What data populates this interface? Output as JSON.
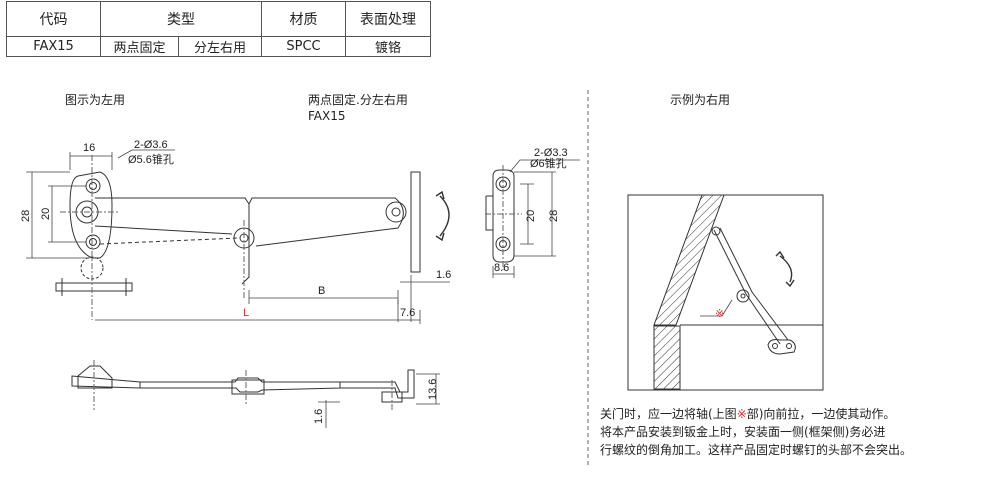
{
  "spec_table": {
    "headers": {
      "code": "代码",
      "type": "类型",
      "material": "材质",
      "finish": "表面处理"
    },
    "row": {
      "code": "FAX15",
      "type_a": "两点固定",
      "type_b": "分左右用",
      "material": "SPCC",
      "finish": "镀铬"
    }
  },
  "captions": {
    "left_use": "图示为左用",
    "model_line1": "两点固定.分左右用",
    "model_line2": "FAX15",
    "example": "示例为右用"
  },
  "dimensions": {
    "d16": "16",
    "hole_a": "2-Ø3.6",
    "hole_a2": "Ø5.6锥孔",
    "d28": "28",
    "d20": "20",
    "B": "B",
    "L": "L",
    "d76": "7.6",
    "d16b": "1.6",
    "hole_b": "2-Ø3.3",
    "hole_b2": "Ø6锥孔",
    "d20r": "20",
    "d28r": "28",
    "d86": "8.6",
    "d136": "13.6",
    "d16c": "1.6"
  },
  "example_mark": "※",
  "note": {
    "line1_a": "关门时，应一边将轴(上图",
    "line1_mark": "※",
    "line1_b": "部)向前拉，一边使其动作。",
    "line2": "将本产品安装到钣金上时，安装面一侧(框架侧)务必进",
    "line3": "行螺纹的倒角加工。这样产品固定时螺钉的头部不会突出。"
  },
  "colors": {
    "line": "#333333",
    "accent": "#e03030",
    "dim": "#444444"
  }
}
